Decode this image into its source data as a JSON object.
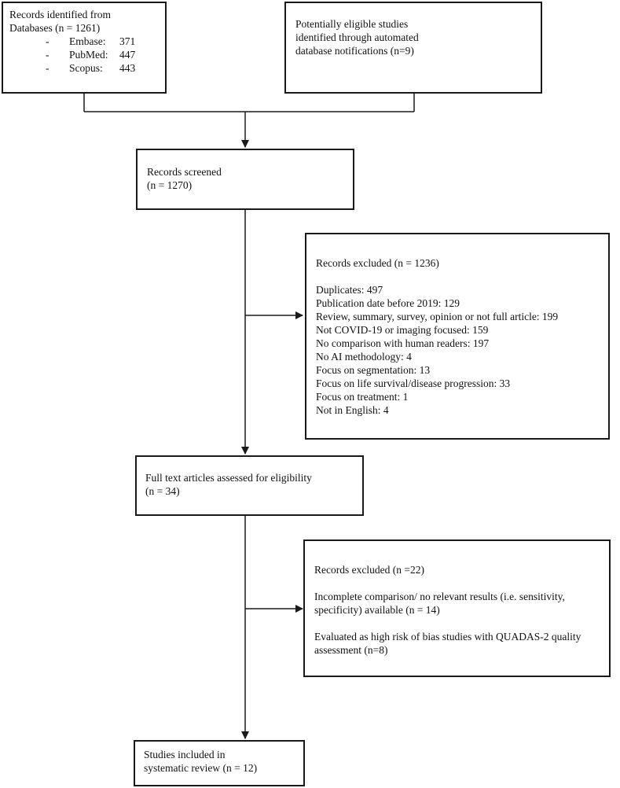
{
  "box_databases": {
    "title_line1": "Records identified from",
    "title_line2": "Databases (n = 1261)",
    "sources": [
      {
        "dash": "-",
        "name": "Embase:",
        "count": "371"
      },
      {
        "dash": "-",
        "name": "PubMed:",
        "count": "447"
      },
      {
        "dash": "-",
        "name": "Scopus:",
        "count": "443"
      }
    ]
  },
  "box_notifications": {
    "line1": "Potentially eligible studies",
    "line2": "identified through automated",
    "line3": "database notifications (n=9)"
  },
  "box_screened": {
    "line1": "Records screened",
    "line2": "(n = 1270)"
  },
  "box_excluded_1": {
    "header": "Records excluded (n = 1236)",
    "reasons": [
      "Duplicates: 497",
      "Publication date before 2019: 129",
      "Review, summary, survey, opinion or not full article: 199",
      "Not COVID-19 or imaging focused: 159",
      "No comparison with human readers: 197",
      "No AI methodology: 4",
      "Focus on segmentation: 13",
      "Focus on life survival/disease progression: 33",
      "Focus on treatment: 1",
      "Not in English: 4"
    ]
  },
  "box_fulltext": {
    "line1": "Full text articles assessed for eligibility",
    "line2": "(n = 34)"
  },
  "box_excluded_2": {
    "header": "Records excluded (n =22)",
    "reason1_line1": "Incomplete comparison/ no relevant results (i.e. sensitivity,",
    "reason1_line2": "specificity) available (n = 14)",
    "reason2_line1": "Evaluated as high risk of bias studies with QUADAS-2 quality",
    "reason2_line2": "assessment (n=8)"
  },
  "box_included": {
    "line1": "Studies included in",
    "line2": "systematic review (n = 12)"
  }
}
